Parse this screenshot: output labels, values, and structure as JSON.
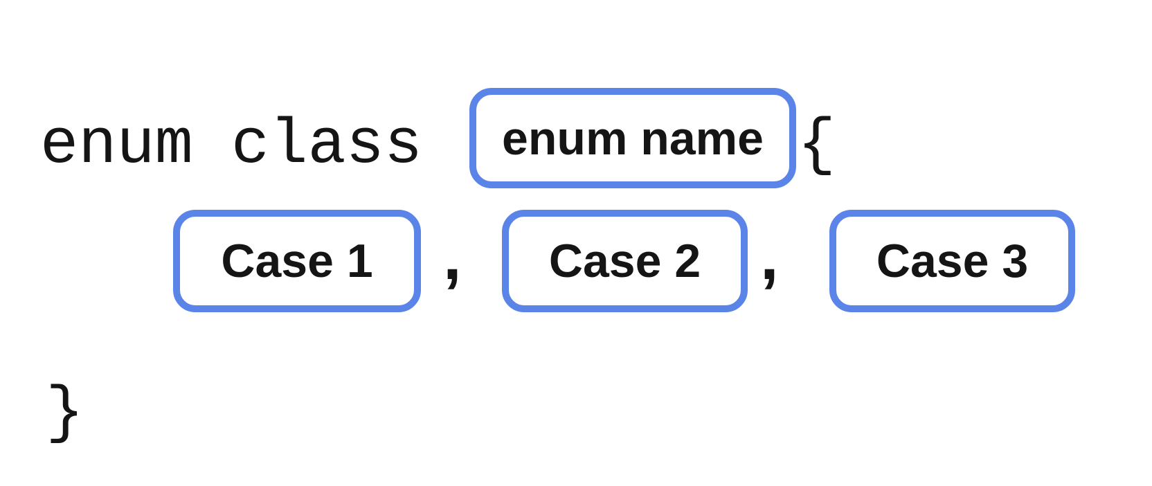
{
  "colors": {
    "accent_blue": "#5b84e8",
    "text": "#151515",
    "background": "#ffffff"
  },
  "syntax": {
    "keyword": "enum class",
    "enum_name": "enum name",
    "open_brace": "{",
    "close_brace": "}",
    "separator": ",",
    "cases": [
      {
        "label": "Case 1"
      },
      {
        "label": "Case 2"
      },
      {
        "label": "Case 3"
      }
    ]
  }
}
